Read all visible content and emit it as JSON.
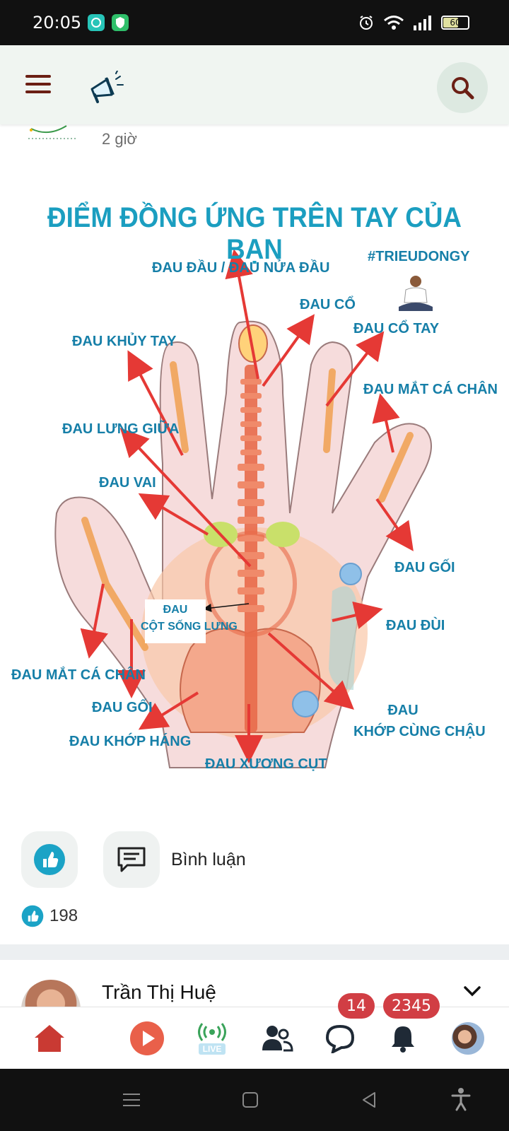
{
  "status_bar": {
    "time": "20:05",
    "battery": "60"
  },
  "post": {
    "time_ago": "2 giờ"
  },
  "infographic": {
    "title": "ĐIỂM ĐỒNG ỨNG TRÊN TAY CỦA BẠN",
    "hashtag": "#TRIEUDONGY",
    "labels": {
      "dau_dau": "ĐAU ĐẦU / ĐAU NỬA ĐẦU",
      "dau_co": "ĐAU CỔ",
      "dau_khuy_tay": "ĐAU KHỦY TAY",
      "dau_co_tay": "ĐAU CỔ TAY",
      "dau_mat_ca_chan_right": "ĐAU MẮT CÁ CHÂN",
      "dau_lung_giua": "ĐAU LƯNG GIỮA",
      "dau_vai": "ĐAU VAI",
      "dau_goi_right": "ĐAU GỐI",
      "dau_cot_song_line1": "ĐAU",
      "dau_cot_song_line2": "CỘT SỐNG LƯNG",
      "dau_dui": "ĐAU ĐÙI",
      "dau_mat_ca_chan_left": "ĐAU MẮT CÁ CHÂN",
      "dau_goi_left": "ĐAU GỐI",
      "dau_khop_hang": "ĐAU KHỚP HÁNG",
      "dau_khop_cung_chau_line1": "ĐAU",
      "dau_khop_cung_chau_line2": "KHỚP CÙNG CHẬU",
      "dau_xuong_cut": "ĐAU XƯƠNG CỤT"
    }
  },
  "actions": {
    "comment_label": "Bình luận",
    "like_count": "198"
  },
  "comment": {
    "author": "Trần Thị Huệ"
  },
  "bottom_nav": {
    "live_label": "LIVE",
    "messages_badge": "14",
    "notifications_badge": "2345"
  },
  "colors": {
    "accent_teal": "#1b9ec0",
    "topbar_bg": "#f0f5f1",
    "home_red": "#c0392b",
    "badge_red": "#d13e44",
    "menu_brown": "#6b1f14"
  }
}
